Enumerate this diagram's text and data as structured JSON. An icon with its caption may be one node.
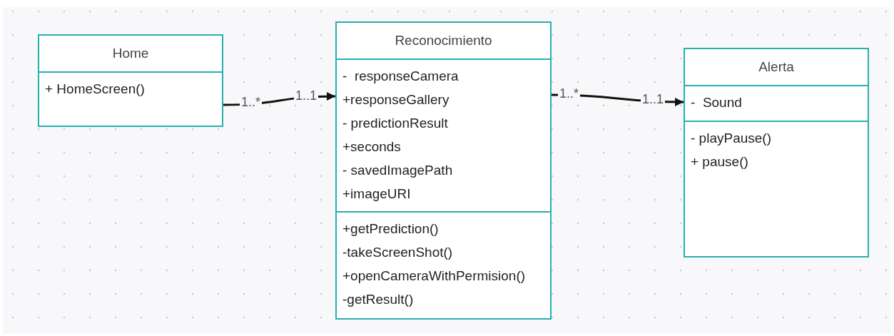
{
  "diagram": {
    "nodes": [
      {
        "text": [
          "Home"
        ]
      },
      {
        "text": [
          "+ HomeScreen()"
        ],
        "in": 0
      },
      {
        "text": [
          "Reconocimiento"
        ]
      },
      {
        "text": [
          "-  responseCamera",
          "+responseGallery",
          "- predictionResult",
          "+seconds",
          "- savedImagePath",
          "+imageURI"
        ],
        "in": 2
      },
      {
        "text": [
          "+getPrediction()",
          "-takeScreenShot()",
          "+openCameraWithPermision()",
          "-getResult()"
        ],
        "in": 2
      },
      {
        "text": [
          "Alerta"
        ]
      },
      {
        "text": [
          "-  Sound"
        ],
        "in": 5
      },
      {
        "text": [
          "- playPause()",
          "+ pause()"
        ],
        "in": 5
      }
    ],
    "edges": [
      {
        "from": 0,
        "to": 2,
        "arrow": "to"
      },
      {
        "from": 2,
        "to": 5,
        "arrow": "to"
      }
    ],
    "labels": [
      "1..*",
      "1..1",
      "1..*",
      "1..1"
    ]
  }
}
